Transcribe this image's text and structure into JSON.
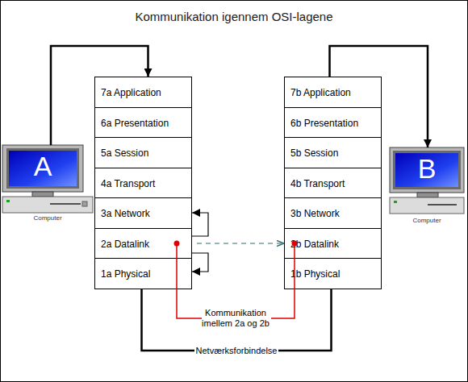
{
  "diagram": {
    "title": "Kommunikation igennem OSI-lagene",
    "nodes": [
      {
        "text": [
          "A",
          "Computer"
        ]
      },
      {
        "text": [
          "7a Application"
        ]
      },
      {
        "text": [
          "6a Presentation"
        ]
      },
      {
        "text": [
          "5a Session"
        ]
      },
      {
        "text": [
          "4a Transport"
        ]
      },
      {
        "text": [
          "3a Network"
        ]
      },
      {
        "text": [
          "2a Datalink"
        ]
      },
      {
        "text": [
          "1a Physical"
        ]
      },
      {
        "text": [
          "7b Application"
        ]
      },
      {
        "text": [
          "6b Presentation"
        ]
      },
      {
        "text": [
          "5b Session"
        ]
      },
      {
        "text": [
          "4b Transport"
        ]
      },
      {
        "text": [
          "3b Network"
        ]
      },
      {
        "text": [
          "2b Datalink"
        ]
      },
      {
        "text": [
          "1b Physical"
        ]
      },
      {
        "text": [
          "B",
          "Computer"
        ]
      }
    ],
    "edges": [
      {
        "from": 0,
        "to": 1,
        "arrow": "to"
      },
      {
        "from": 8,
        "to": 15,
        "arrow": "to"
      },
      {
        "from": 6,
        "to": 5,
        "arrow": "to"
      },
      {
        "from": 6,
        "to": 7,
        "arrow": "to"
      },
      {
        "from": 6,
        "to": 13,
        "arrow": "to"
      },
      {
        "from": 7,
        "to": 14,
        "label": "Netværksforbindelse",
        "arrow": "none"
      }
    ],
    "labels": [
      "Kommunikation imellem 2a og 2b"
    ]
  }
}
